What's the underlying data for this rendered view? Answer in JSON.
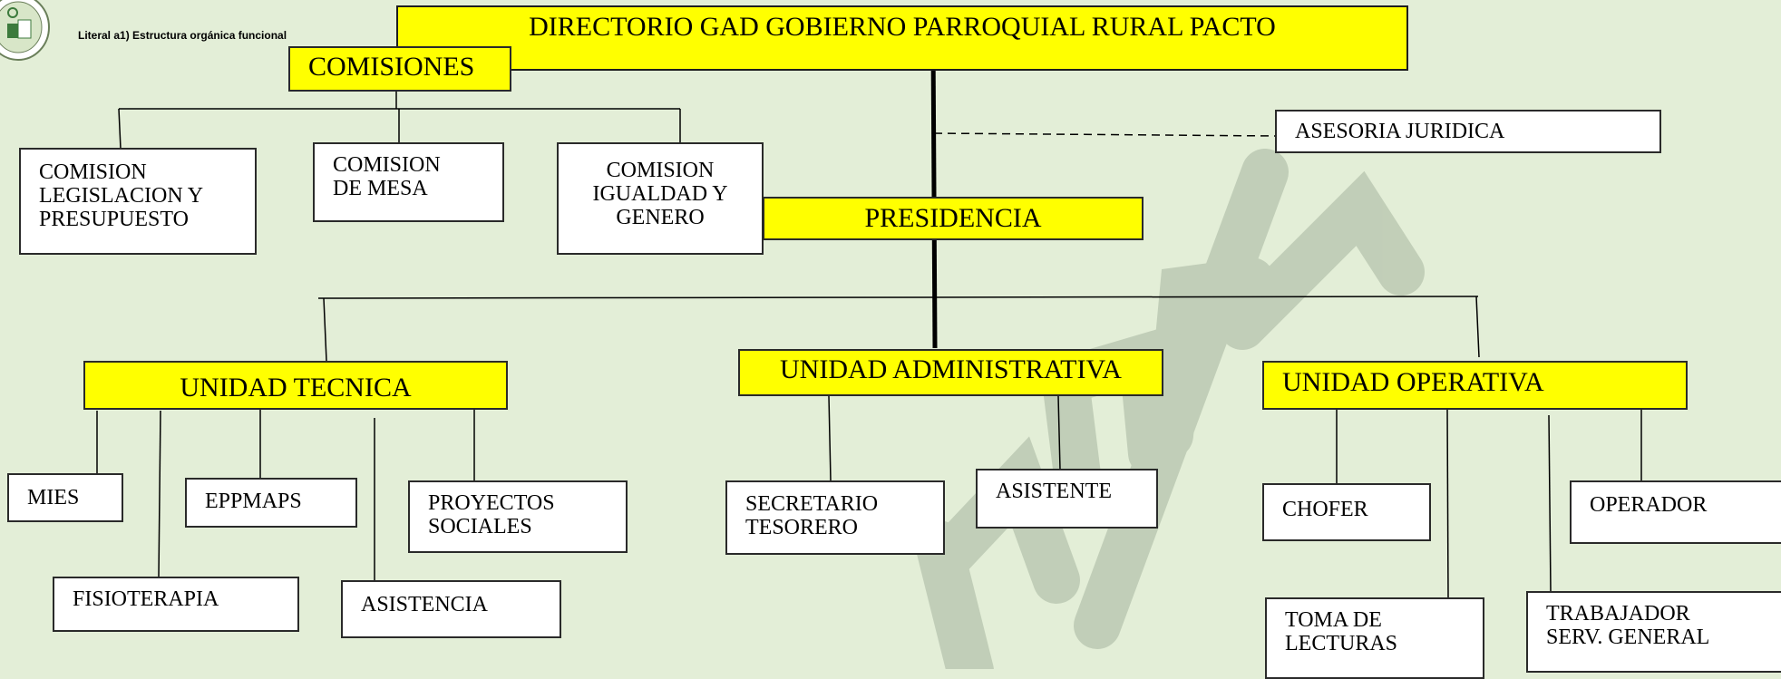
{
  "header": {
    "subtitle": "Literal a1) Estructura orgánica funcional"
  },
  "org": {
    "directorio": "DIRECTORIO GAD GOBIERNO PARROQUIAL RURAL PACTO",
    "comisiones": "COMISIONES",
    "comision_legislacion": "COMISION\nLEGISLACION Y\nPRESUPUESTO",
    "comision_mesa": "COMISION\nDE MESA",
    "comision_igualdad": "COMISION\nIGUALDAD Y\nGENERO",
    "asesoria": "ASESORIA JURIDICA",
    "presidencia": "PRESIDENCIA",
    "unidad_tecnica": "UNIDAD TECNICA",
    "unidad_administrativa": "UNIDAD ADMINISTRATIVA",
    "unidad_operativa": "UNIDAD OPERATIVA",
    "mies": "MIES",
    "eppmaps": "EPPMAPS",
    "proyectos_sociales": "PROYECTOS\nSOCIALES",
    "fisioterapia": "FISIOTERAPIA",
    "asistencia": "ASISTENCIA",
    "secretario_tesorero": "SECRETARIO\nTESORERO",
    "asistente": "ASISTENTE",
    "chofer": "CHOFER",
    "operador": "OPERADOR",
    "toma_lecturas": "TOMA DE\nLECTURAS",
    "trabajador": "TRABAJADOR\nSERV. GENERAL"
  },
  "watermark": {
    "color": "#bcc9b3"
  },
  "colors": {
    "background": "#e3eed7",
    "highlight": "#ffff00"
  }
}
